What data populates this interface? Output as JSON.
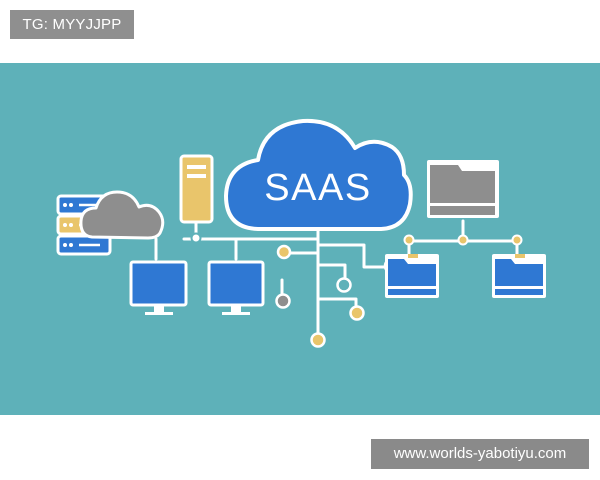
{
  "watermark_top": "TG: MYYJJPP",
  "watermark_bottom": "www.worlds-yabotiyu.com",
  "diagram": {
    "center_label": "SAAS",
    "icons": [
      "server-rack-icon",
      "cloud-gray-icon",
      "tower-server-icon",
      "monitor-icon",
      "folder-icon"
    ]
  },
  "colors": {
    "panel_background": "#5eb1b9",
    "cloud_blue": "#2f78d3",
    "accent_yellow": "#e9c56b",
    "white": "#ffffff",
    "gray": "#8e8e8e"
  }
}
